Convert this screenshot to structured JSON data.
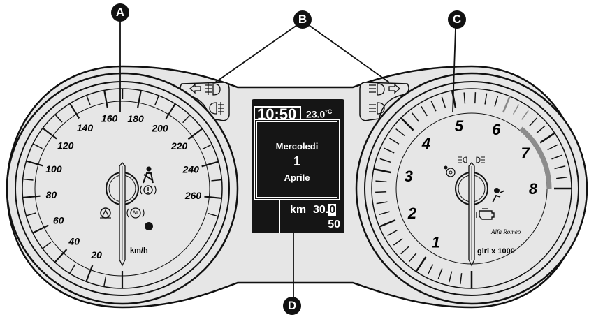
{
  "callouts": {
    "a": "A",
    "b": "B",
    "c": "C",
    "d": "D"
  },
  "speedometer": {
    "tick_labels": [
      "20",
      "40",
      "60",
      "80",
      "100",
      "120",
      "140",
      "160",
      "180",
      "200",
      "220",
      "240",
      "260"
    ],
    "unit": "km/h",
    "max": 270
  },
  "tachometer": {
    "tick_labels": [
      "1",
      "2",
      "3",
      "4",
      "5",
      "6",
      "7",
      "8"
    ],
    "unit": "giri x 1000",
    "brand": "Alfa Romeo",
    "redline_start": 6.5,
    "max": 8
  },
  "display": {
    "time": "10:50",
    "temperature": "23.0",
    "temperature_unit": "°C",
    "weekday": "Mercoledi",
    "day": "1",
    "month": "Aprile",
    "odometer_unit": "km",
    "odometer_main": "30.",
    "odometer_last_digit": "0",
    "trip": "50"
  },
  "colors": {
    "outline": "#111111",
    "face": "#e6e6e6",
    "redzone": "#8c8c8c",
    "display_bg": "#151515"
  }
}
